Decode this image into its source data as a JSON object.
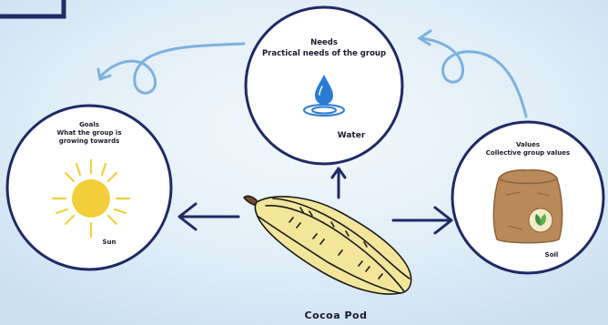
{
  "diagram": {
    "center": {
      "label": "Cocoa Pod"
    },
    "needs": {
      "title": "Needs",
      "subtitle": "Practical needs of the group",
      "label": "Water"
    },
    "goals": {
      "title": "Goals",
      "subtitle": "What the group is growing towards",
      "label": "Sun"
    },
    "values": {
      "title": "Values",
      "subtitle": "Collective group values",
      "label": "Soil"
    }
  },
  "colors": {
    "circle_stroke": "#1f2a66",
    "arrow_navy": "#1f2a66",
    "arrow_light": "#7db2e0",
    "background": "#d9ebf7",
    "sun": "#f2cf3a",
    "water": "#2a7bd4",
    "pod": "#f3e59a",
    "sack": "#b9895a"
  },
  "icons": {
    "center": "cocoa-pod-icon",
    "needs": "water-drop-icon",
    "goals": "sun-icon",
    "values": "soil-sack-icon"
  }
}
